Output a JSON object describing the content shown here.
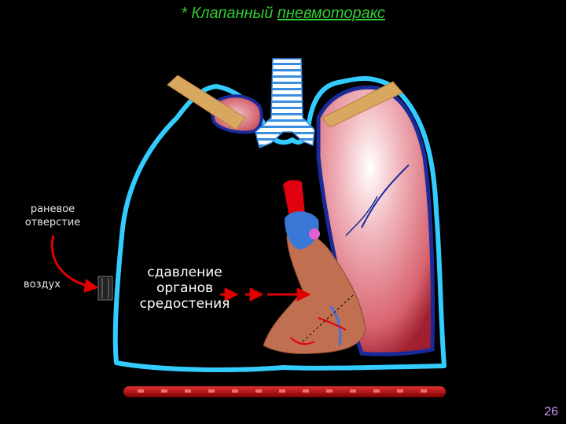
{
  "title": {
    "prefix": "* Клапанный",
    "underlined": "пневмоторакс"
  },
  "labels": {
    "wound": [
      "раневое",
      "отверстие"
    ],
    "air": "воздух",
    "compression": [
      "сдавление",
      "органов",
      "средостения"
    ]
  },
  "page_number": "26",
  "colors": {
    "background": "#000000",
    "title": "#33cc33",
    "outline": "#33ccff",
    "lung": "#e8a0a8",
    "heart": "#c07050",
    "arrow": "#ff0000",
    "diaphragm": "#c01010",
    "page_number": "#cc99ff"
  }
}
